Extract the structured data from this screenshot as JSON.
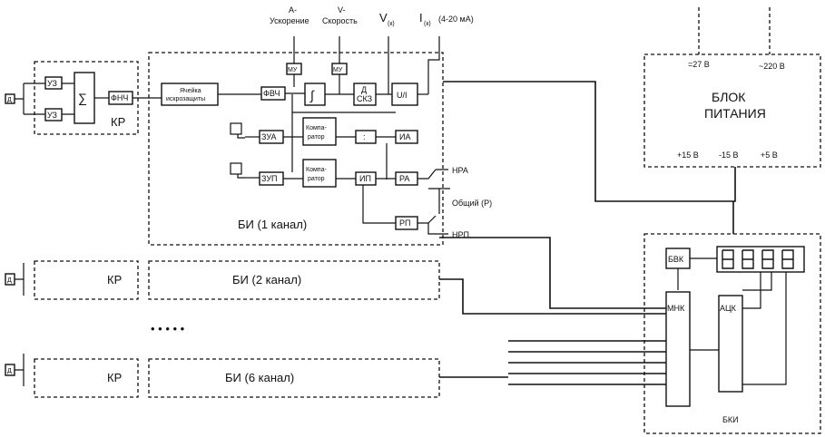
{
  "signals": {
    "accel": "А-Ускорение",
    "accel_a": "А-",
    "accel_b": "Ускорение",
    "velocity": "V-Скорость",
    "velocity_a": "V-",
    "velocity_b": "Скорость",
    "vk_main": "V",
    "vk_sub": "(к)",
    "ik_main": "I",
    "ik_sub": "(к)",
    "ik_range": "(4-20 мА)"
  },
  "blocks": {
    "kr": "КР",
    "uz": "УЗ",
    "sum": "∑",
    "fnch": "ФНЧ",
    "protect_a": "Ячейка",
    "protect_b": "искрозащиты",
    "fvch": "ФВЧ",
    "mu": "МУ",
    "integrator": "∫",
    "dskz_a": "Д",
    "dskz_b": "СКЗ",
    "ui": "U/I",
    "zua": "ЗУА",
    "zup": "ЗУП",
    "comp_a": "Компа-",
    "comp_b": "ратор",
    "div": ":",
    "ia": "ИА",
    "ip": "ИП",
    "ra": "РА",
    "rp": "РП",
    "d": "Д",
    "bvk": "БВК",
    "mnk": "МНК",
    "ack": "АЦК"
  },
  "outputs": {
    "nra": "НРА",
    "common": "Общий (Р)",
    "nrp": "НРП"
  },
  "channels": {
    "bi1": "БИ  (1 канал)",
    "bi2": "БИ  (2 канал)",
    "bi6": "БИ  (6 канал)",
    "dots": "•        •        •        •        •"
  },
  "power": {
    "title_a": "БЛОК",
    "title_b": "ПИТАНИЯ",
    "v27": "=27 В",
    "v220": "~220 В",
    "p15": "+15 В",
    "m15": "-15 В",
    "p5": "+5 В"
  },
  "bki": {
    "label": "БКИ"
  },
  "display": {
    "digits": 4
  }
}
